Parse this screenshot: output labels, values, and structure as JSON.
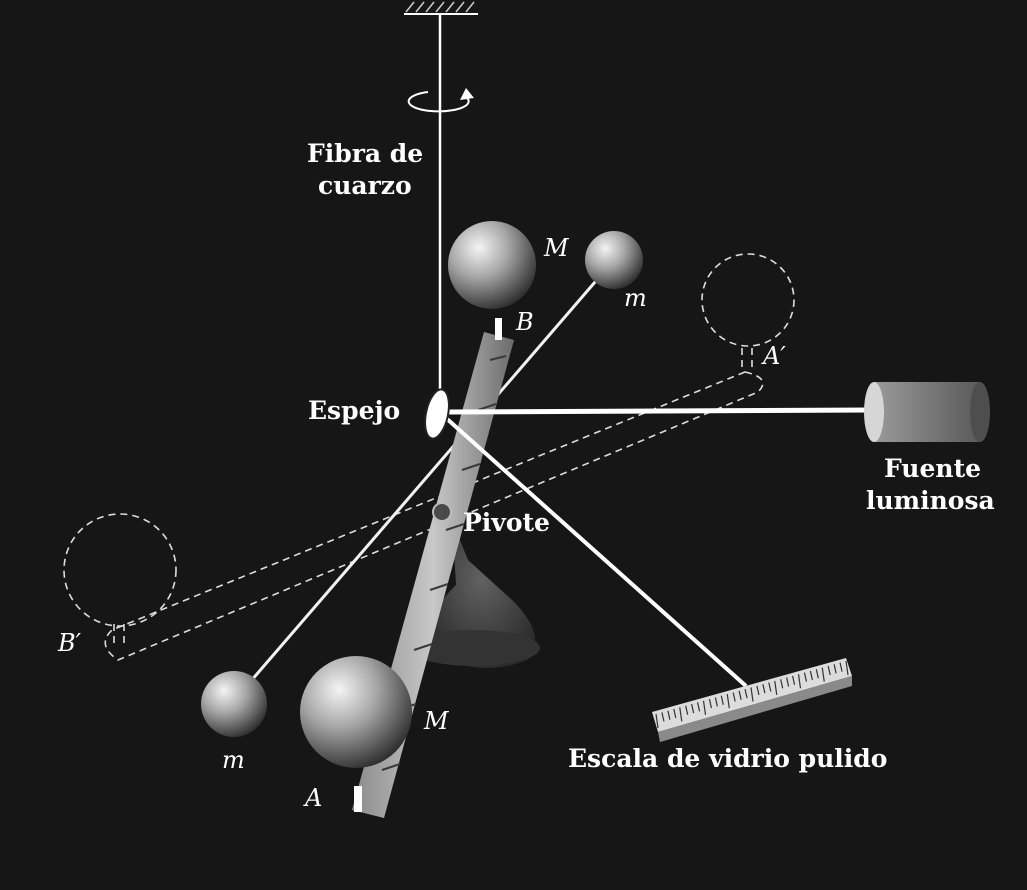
{
  "labels": {
    "fibra_line1": "Fibra de",
    "fibra_line2": "cuarzo",
    "espejo": "Espejo",
    "pivote": "Pivote",
    "fuente_line1": "Fuente",
    "fuente_line2": "luminosa",
    "escala": "Escala de vidrio pulido",
    "mass_M_top": "M",
    "mass_m_top": "m",
    "mass_M_bottom": "M",
    "mass_m_bottom": "m",
    "point_A": "A",
    "point_B": "B",
    "point_A_prime": "A′",
    "point_B_prime": "B′"
  },
  "colors": {
    "background": "#161616",
    "foreground": "#ffffff",
    "dashed": "#dddddd"
  }
}
